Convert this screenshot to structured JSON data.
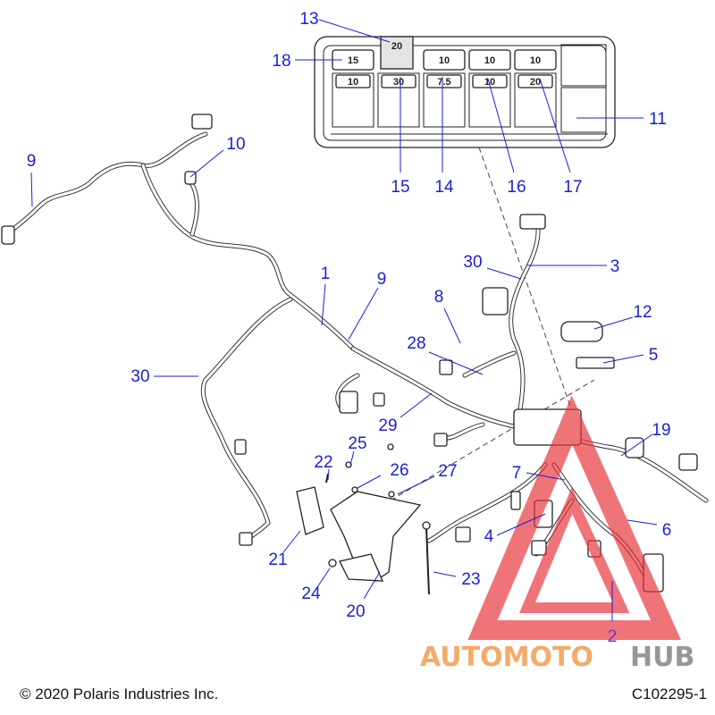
{
  "callouts": {
    "c1": "1",
    "c2": "2",
    "c3": "3",
    "c4": "4",
    "c5": "5",
    "c6": "6",
    "c7": "7",
    "c8": "8",
    "c9a": "9",
    "c9b": "9",
    "c10": "10",
    "c11": "11",
    "c12": "12",
    "c13": "13",
    "c14": "14",
    "c15": "15",
    "c16": "16",
    "c17": "17",
    "c18": "18",
    "c19": "19",
    "c20": "20",
    "c21": "21",
    "c22": "22",
    "c23": "23",
    "c24": "24",
    "c25": "25",
    "c26": "26",
    "c27": "27",
    "c28": "28",
    "c29": "29",
    "c30a": "30",
    "c30b": "30"
  },
  "fuse_box": {
    "top_fuse": "20",
    "top_row": [
      "15",
      "",
      "10",
      "10",
      "10"
    ],
    "bottom_row": [
      "10",
      "30",
      "7.5",
      "10",
      "20"
    ]
  },
  "watermark": {
    "part1": "AUTOMOTO",
    "part2": "HUB",
    "color_accent": "#f2a35a",
    "color_dark": "#8c8c8c",
    "color_triangle": "#e8333a"
  },
  "footer": {
    "copyright": "© 2020 Polaris Industries Inc.",
    "code": "C102295-1"
  }
}
